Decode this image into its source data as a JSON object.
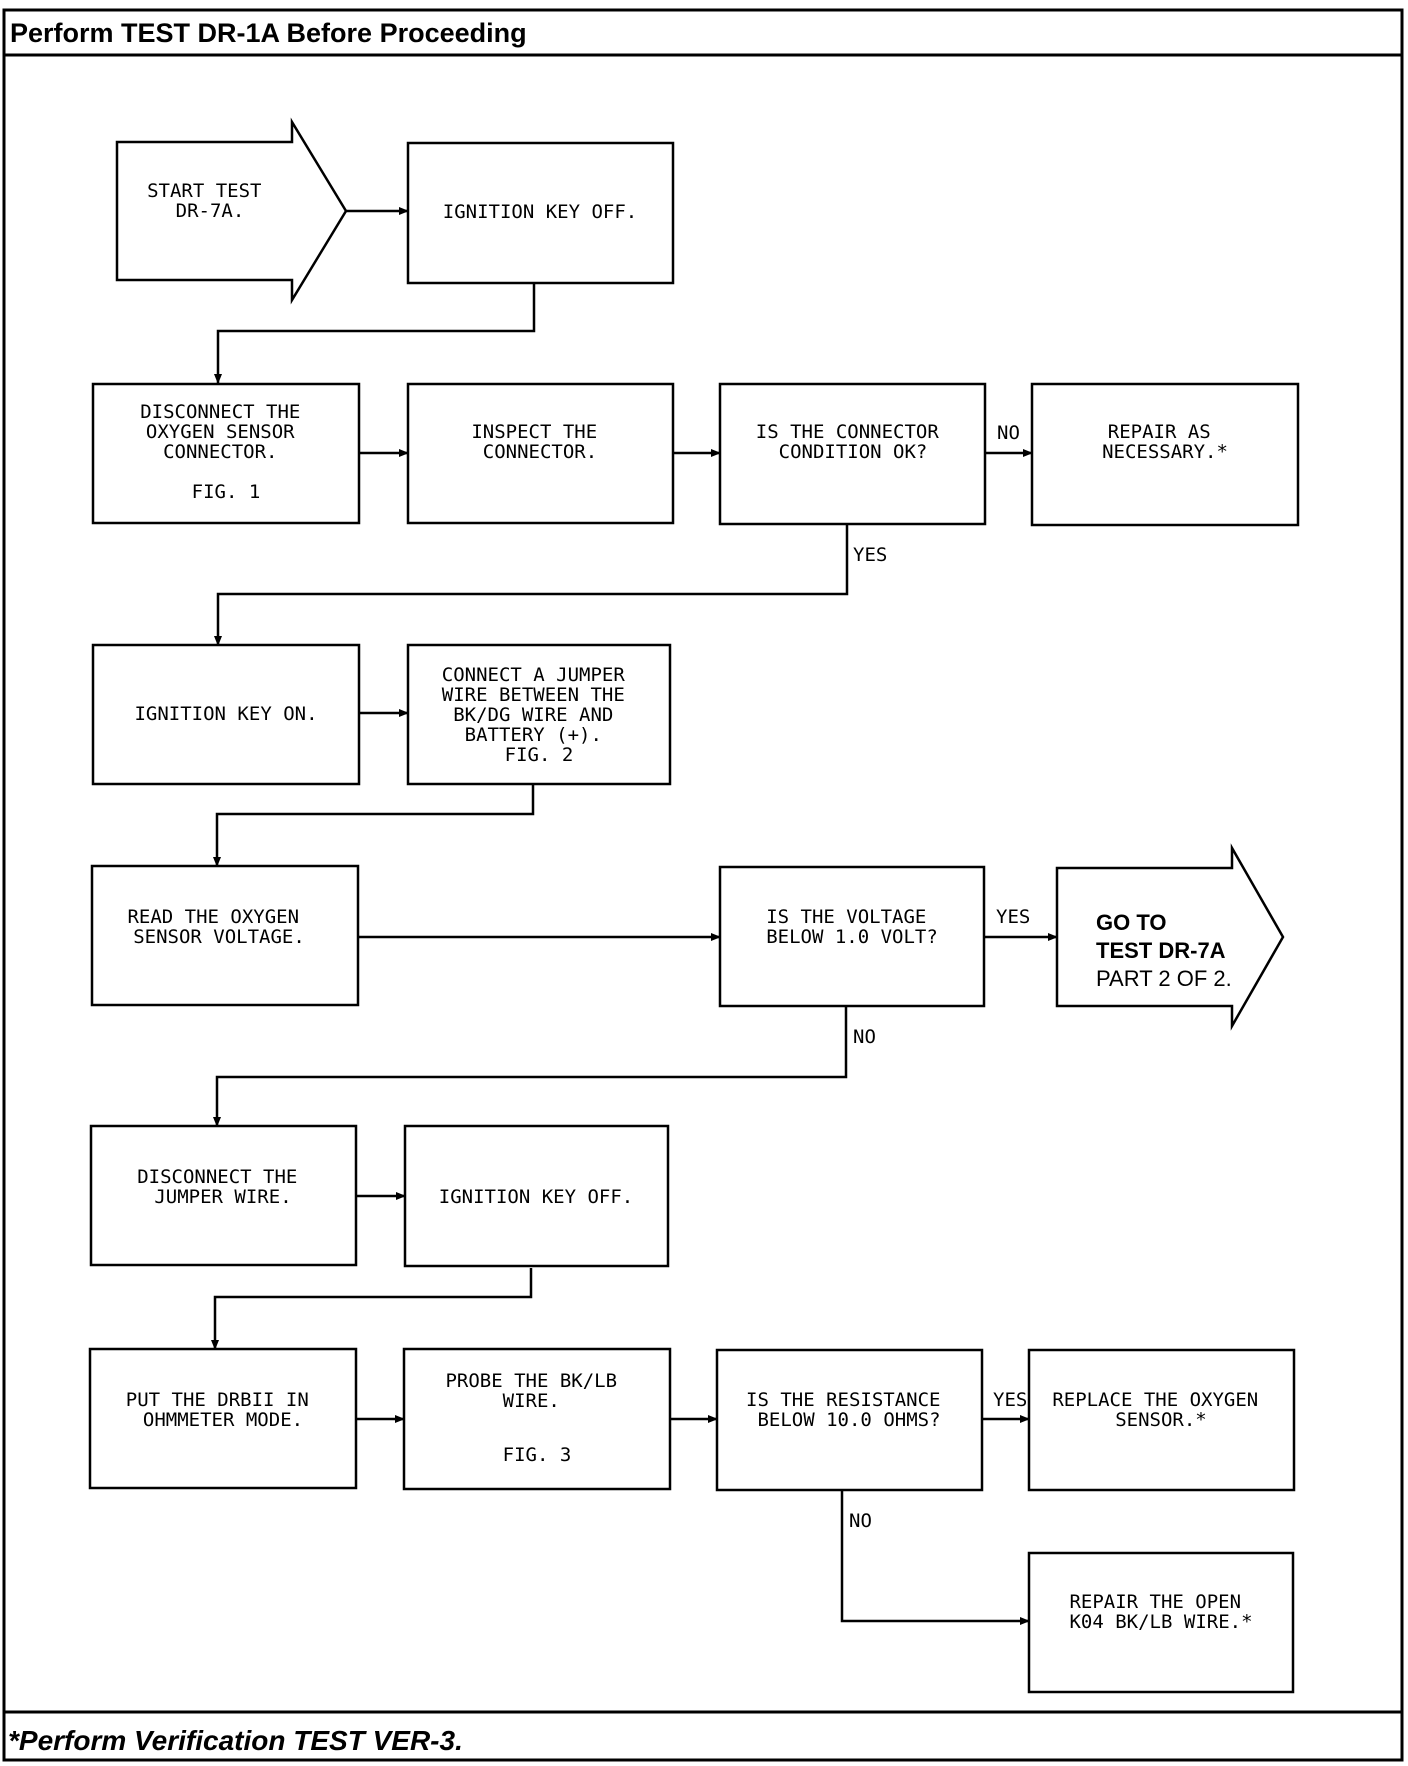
{
  "header": {
    "title": "Perform TEST DR-1A Before Proceeding"
  },
  "footer": {
    "note": "*Perform Verification TEST VER-3."
  },
  "flow": {
    "start": [
      "START TEST",
      "DR-7A."
    ],
    "step_key_off_1": [
      "IGNITION KEY OFF."
    ],
    "step_disconnect_sensor": [
      "DISCONNECT THE",
      "OXYGEN SENSOR",
      "CONNECTOR.",
      "",
      "FIG. 1"
    ],
    "step_inspect": [
      "INSPECT THE",
      "CONNECTOR."
    ],
    "decision_connector_ok": [
      "IS THE CONNECTOR",
      "CONDITION OK?"
    ],
    "repair_as_necessary": [
      "REPAIR AS",
      "NECESSARY.*"
    ],
    "step_key_on": [
      "IGNITION KEY ON."
    ],
    "step_jumper": [
      "CONNECT A JUMPER",
      "WIRE BETWEEN THE",
      "BK/DG WIRE AND",
      "BATTERY (+).",
      "FIG. 2"
    ],
    "step_read_voltage": [
      "READ THE OXYGEN",
      "SENSOR VOLTAGE."
    ],
    "decision_voltage": [
      "IS THE VOLTAGE",
      "BELOW 1.0 VOLT?"
    ],
    "goto": [
      "GO TO",
      "TEST DR-7A",
      "PART 2 OF 2."
    ],
    "step_disconnect_jumper": [
      "DISCONNECT THE",
      "JUMPER WIRE."
    ],
    "step_key_off_2": [
      "IGNITION KEY OFF."
    ],
    "step_ohmmeter": [
      "PUT THE DRBII IN",
      "OHMMETER MODE."
    ],
    "step_probe": [
      "PROBE THE BK/LB",
      "WIRE.",
      "",
      "FIG. 3"
    ],
    "decision_resistance": [
      "IS THE RESISTANCE",
      "BELOW 10.0 OHMS?"
    ],
    "replace_sensor": [
      "REPLACE THE OXYGEN",
      "SENSOR.*"
    ],
    "repair_open": [
      "REPAIR THE OPEN",
      "K04 BK/LB WIRE.*"
    ]
  },
  "labels": {
    "no_1": "NO",
    "yes_1": "YES",
    "yes_2": "YES",
    "no_2": "NO",
    "yes_3": "YES",
    "no_3": "NO"
  }
}
